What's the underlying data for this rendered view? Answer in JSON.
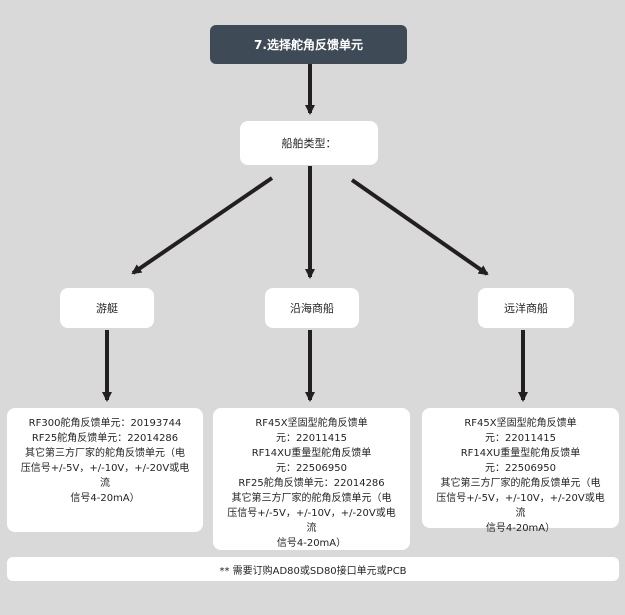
{
  "title": "7.选择舵角反馈单元",
  "ship_type": "船舶类型：",
  "branches": [
    {
      "name": "游艇",
      "lines": [
        "RF300舵角反馈单元：20193744",
        "RF25舵角反馈单元：22014286",
        "其它第三方厂家的舵角反馈单元（电",
        "压信号+/-5V，+/-10V，+/-20V或电流",
        "信号4-20mA）"
      ]
    },
    {
      "name": "沿海商船",
      "lines": [
        "RF45X坚固型舵角反馈单",
        "元：22011415",
        "RF14XU重量型舵角反馈单",
        "元：22506950",
        "RF25舵角反馈单元：22014286",
        "其它第三方厂家的舵角反馈单元（电",
        "压信号+/-5V，+/-10V，+/-20V或电流",
        "信号4-20mA）"
      ]
    },
    {
      "name": "远洋商船",
      "lines": [
        "RF45X坚固型舵角反馈单",
        "元：22011415",
        "RF14XU重量型舵角反馈单",
        "元：22506950",
        "其它第三方厂家的舵角反馈单元（电",
        "压信号+/-5V，+/-10V，+/-20V或电流",
        "信号4-20mA）"
      ]
    }
  ],
  "footnote": "** 需要订购AD80或SD80接口单元或PCB",
  "colors": {
    "background": "#d9d9d9",
    "title_box": "#3e4b57",
    "box": "#ffffff",
    "arrow": "#231f20"
  }
}
